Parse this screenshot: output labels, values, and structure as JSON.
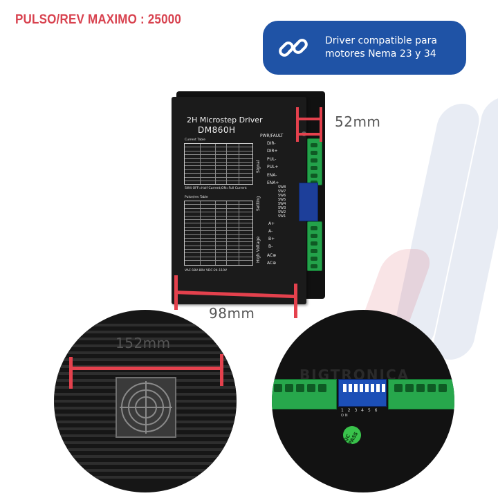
{
  "header": {
    "title": "PULSO/REV MAXIMO : 25000"
  },
  "badge": {
    "icon": "link-chain-icon",
    "line1": "Driver compatible para",
    "line2": "motores Nema 23 y 34"
  },
  "driver": {
    "title": "2H Microstep Driver",
    "model": "DM860H",
    "current_table_label": "Current Table",
    "sw4_note": "SW4 OFF=Half Current;ON=Full Current",
    "pulse_table_label": "Pulse/rev Table",
    "power_note": "VAC:18V-80V VDC:24-110V",
    "pwr_fault": "PWR/FAULT",
    "signal_pins": [
      "DIR-",
      "DIR+",
      "PUL-",
      "PUL+",
      "ENA-",
      "ENA+"
    ],
    "signal_label": "Signal",
    "setting_label": "Setting",
    "setting_pins": [
      "SW8",
      "SW7",
      "SW6",
      "SW5",
      "SW4",
      "SW3",
      "SW2",
      "SW1"
    ],
    "hv_label": "High Voltage",
    "hv_pins": [
      "A+",
      "A-",
      "B+",
      "B-",
      "AC⊕",
      "AC⊕"
    ]
  },
  "measurements": {
    "height": "52mm",
    "width": "98mm",
    "length": "152mm"
  },
  "closeup": {
    "watermark": "BIGTRONICA",
    "dip_numbers": "1 2 3 4 5 6",
    "dip_on": "ON",
    "cert": "QC PASS"
  },
  "colors": {
    "accent_red": "#e4414d",
    "badge_blue": "#1f53a6",
    "terminal_green": "#23a24a"
  }
}
